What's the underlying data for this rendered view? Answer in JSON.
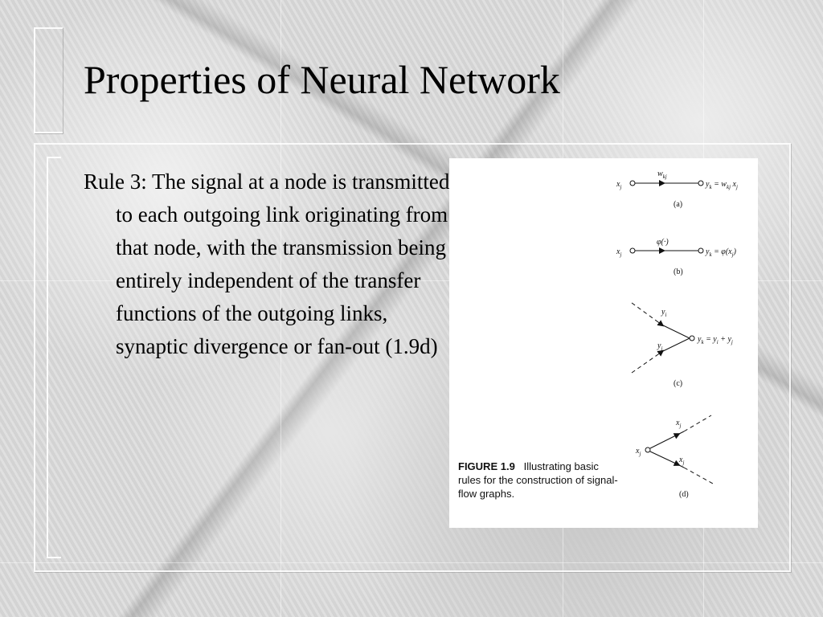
{
  "slide": {
    "title": "Properties of Neural Network",
    "rule_text": "Rule 3: The signal at a node is transmitted to each outgoing link originating from that node, with the transmission being entirely independent of the transfer functions of the outgoing links, synaptic divergence or fan-out (1.9d)"
  },
  "figure": {
    "caption_number": "FIGURE 1.9",
    "caption_text": "Illustrating basic rules for the construction of signal-flow graphs.",
    "panel_a": {
      "input": "xj",
      "weight": "wkj",
      "output": "yk = wkj xj",
      "label": "(a)"
    },
    "panel_b": {
      "input": "xj",
      "function": "φ(·)",
      "output": "yk = φ(xj)",
      "label": "(b)"
    },
    "panel_c": {
      "in1": "yi",
      "in2": "yj",
      "output": "yk = yi + yj",
      "label": "(c)"
    },
    "panel_d": {
      "input": "xj",
      "out1": "xj",
      "out2": "xj",
      "label": "(d)"
    }
  }
}
